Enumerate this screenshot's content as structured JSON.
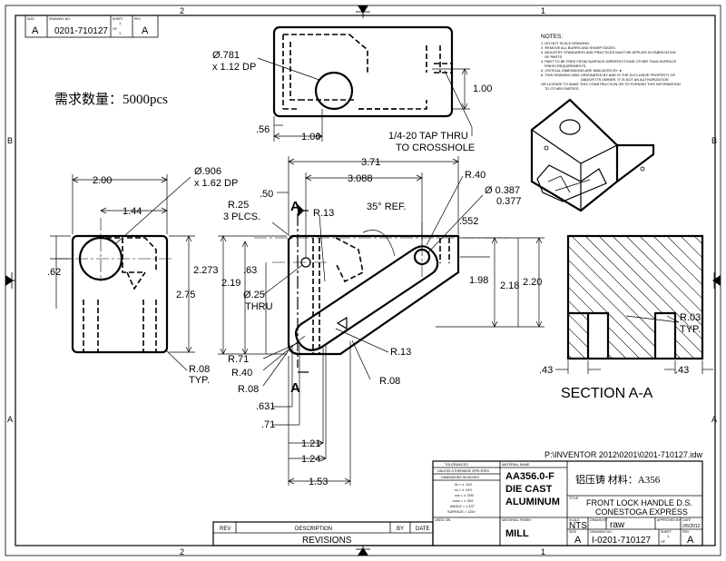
{
  "zones": {
    "top_left": "2",
    "top_right": "1",
    "bottom_left": "2",
    "bottom_right": "1",
    "left_top": "B",
    "left_bottom": "A",
    "right_top": "B",
    "right_bottom": "A"
  },
  "title_header": {
    "size_label": "SIZE",
    "size": "A",
    "dwg_label": "DRAWING NO.",
    "dwg": "0201-710127",
    "sheet_label": "SHEET",
    "sheet": "1",
    "of": "OF",
    "sheet_total": "1",
    "rev_label": "REV",
    "rev": "A"
  },
  "notes": {
    "heading": "NOTES:",
    "lines": [
      "1. DO NOT SCALE DRAWING.",
      "2. REMOVE ALL BURRS AND SHARP EDGES.",
      "3. INDUSTRY STANDARDS AND PRACTICES MUST BE APPLIED IN FABRICATION",
      "OF PARTS.",
      "4. PART TO BE FREE FROM SURFACE IMPERFECTIONS OTHER THAN SURFACE",
      "FINISH REQUIREMENTS.",
      "5. CRITICAL DIMENSIONS ARE INDICATED BY: ●",
      "6. THIS DRAWING WAS ORIGINATED BY AND IS THE EXCLUSIVE PROPERTY OF",
      "AND/OR ITS OWNER. IT IS NOT AN AUTHORIZATION",
      "OR LICENSE TO MAKE THIS CONSTRUCTION OR TO FURNISH THIS INFORMATION",
      "TO OTHER PARTIES."
    ]
  },
  "quantity_note": "需求数量：5000pcs",
  "dims": {
    "hole_781": "Ø.781",
    "dp_112": "x 1.12 DP",
    "d_100": "1.00",
    "d_056": ".56",
    "d_106": "1.06",
    "tap1": "1/4-20 TAP THRU",
    "tap2": "TO CROSSHOLE",
    "d_371": "3.71",
    "d_3088": "3.088",
    "d_200": "2.00",
    "hole_906": "Ø.906",
    "dp_162": "x 1.62 DP",
    "r25a": "R.25",
    "r25b": "3 PLCS.",
    "d_050": ".50",
    "section_mark": "A",
    "r13a": "R.13",
    "angle": "35° REF.",
    "r40a": "R.40",
    "dia_387": "Ø 0.387",
    "dia_377": "0.377",
    "d_552": ".552",
    "d_144": "1.44",
    "d_062": ".62",
    "d_2273": "2.273",
    "d_219": "2.19",
    "d_275": "2.75",
    "d_063": ".63",
    "d_198": "1.98",
    "d_218": "2.18",
    "d_220": "2.20",
    "hole_25": "Ø.25",
    "thru": "THRU",
    "r71": "R.71",
    "r40b": "R.40",
    "r08a": "R.08",
    "r13b": "R.13",
    "r08b": "R.08",
    "r08c": "R.08",
    "typ": "TYP.",
    "d_631": ".631",
    "d_071": ".71",
    "d_121": "1.21",
    "d_124": "1.24",
    "d_153": "1.53",
    "r03": "R.03",
    "typ2": "TYP.",
    "d_043a": ".43",
    "d_043b": ".43",
    "section_title": "SECTION  A-A"
  },
  "file_path": "P:\\INVENTOR 2012\\0201\\0201-710127.idw",
  "title_block": {
    "tol_title": "TOLERANCES",
    "tol_sub": "UNLESS OTHERWISE SPECIFIED",
    "dim_in": "DIMENSIONS IN INCHES",
    "tol_lines": [
      ".0x = ± .010",
      ".xx = ± .010",
      ".xxx = ± .005",
      ".xxxx = ± .002",
      "ANGLE = ± 1/2°",
      "SURFACE = 125√"
    ],
    "mat_label": "MATERIAL NAME",
    "material1": "AA356.0-F",
    "material2": "DIE CAST",
    "material3": "ALUMINUM",
    "cn_note": "铝压铸      材料：A356",
    "finish_label": "MATERIAL FINISH",
    "finish": "MILL",
    "used_on": "USED ON",
    "title_label": "TITLE",
    "title1": "FRONT LOCK HANDLE D.S.",
    "title2": "CONESTOGA EXPRESS",
    "scale_label": "SCALE",
    "scale": "NTS",
    "drawn_label": "DRAWN BY",
    "drawn": "raw",
    "approved_label": "APPROVED BY",
    "date_label": "DATE",
    "date": "2/6/2012",
    "size_label": "SIZE",
    "size": "A",
    "dwg_label": "DRAWING NO.",
    "dwg": "I-0201-710127",
    "sheet_label": "SHEET",
    "sheet": "1",
    "of": "OF",
    "rev_label": "REV",
    "rev": "A"
  },
  "revisions": {
    "col_rev": "REV",
    "col_desc": "DESCRIPTION",
    "col_by": "BY",
    "col_date": "DATE",
    "title": "REVISIONS"
  }
}
